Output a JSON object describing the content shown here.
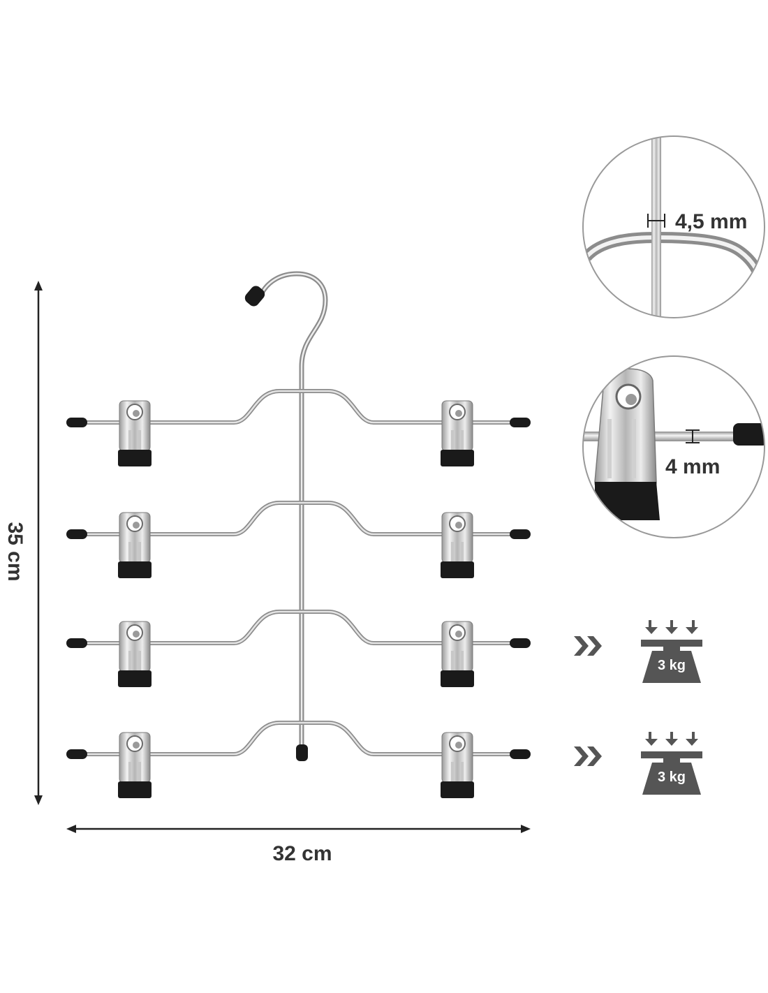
{
  "dimensions": {
    "height_label": "35 cm",
    "width_label": "32 cm"
  },
  "zoom_details": [
    {
      "label": "4,5 mm",
      "icon": "hook-wire-closeup"
    },
    {
      "label": "4 mm",
      "icon": "clip-bar-closeup"
    }
  ],
  "load_capacity": [
    {
      "label": "3 kg",
      "icon": "weight-icon"
    },
    {
      "label": "3 kg",
      "icon": "weight-icon"
    }
  ],
  "colors": {
    "chrome": "#b8b8b8",
    "rubber": "#1a1a1a",
    "text": "#333333",
    "icon_gray": "#555555"
  }
}
